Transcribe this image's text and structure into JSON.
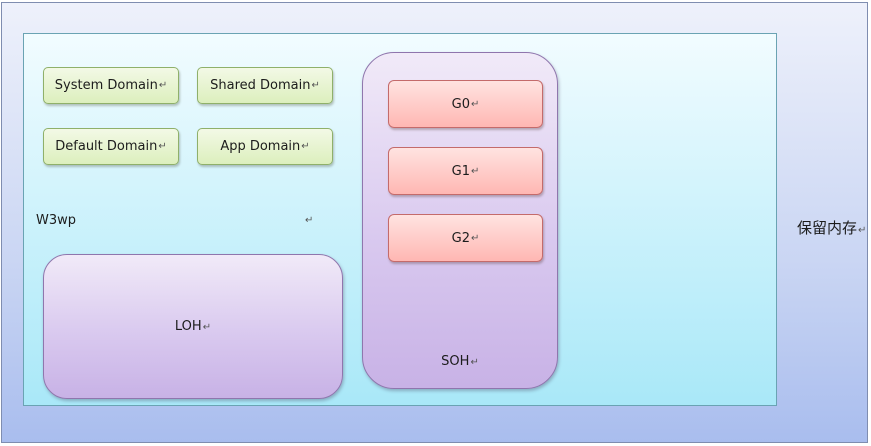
{
  "memory": {
    "reserved_label": "保留内存",
    "process_label": "W3wp",
    "return_mark": "↵",
    "domains": [
      "System Domain",
      "Shared Domain",
      "Default Domain",
      "App Domain"
    ],
    "soh": {
      "label": "SOH",
      "generations": [
        "G0",
        "G1",
        "G2"
      ]
    },
    "loh": {
      "label": "LOH"
    }
  },
  "colors": {
    "reserved_bg": "#b9c9f0",
    "process_bg": "#c9f1fb",
    "domain_bg": "#dcefbd",
    "heap_bg": "#d9c9ef",
    "generation_bg": "#ffb7b3"
  }
}
